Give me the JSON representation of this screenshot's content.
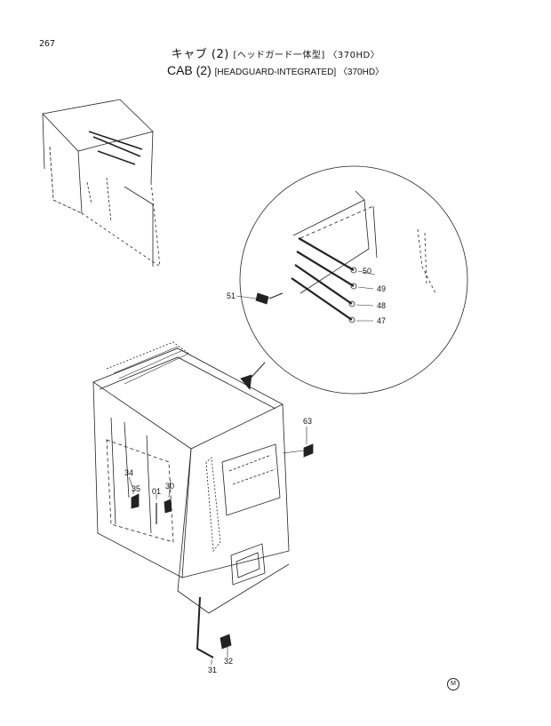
{
  "page_number": "267",
  "title_jp": {
    "main": "キャブ (2)",
    "sub": "[ヘッドガード一体型] 〈370HD〉"
  },
  "title_en": {
    "main": "CAB (2)",
    "sub": "[HEADGUARD-INTEGRATED] 〈370HD〉"
  },
  "callouts": {
    "p50": "50",
    "p49": "49",
    "p48": "48",
    "p47": "47",
    "p51": "51",
    "p63": "63",
    "p34": "34",
    "p35": "35",
    "p01": "01",
    "p30": "30",
    "p31": "31",
    "p32": "32"
  },
  "corner_mark": "M"
}
